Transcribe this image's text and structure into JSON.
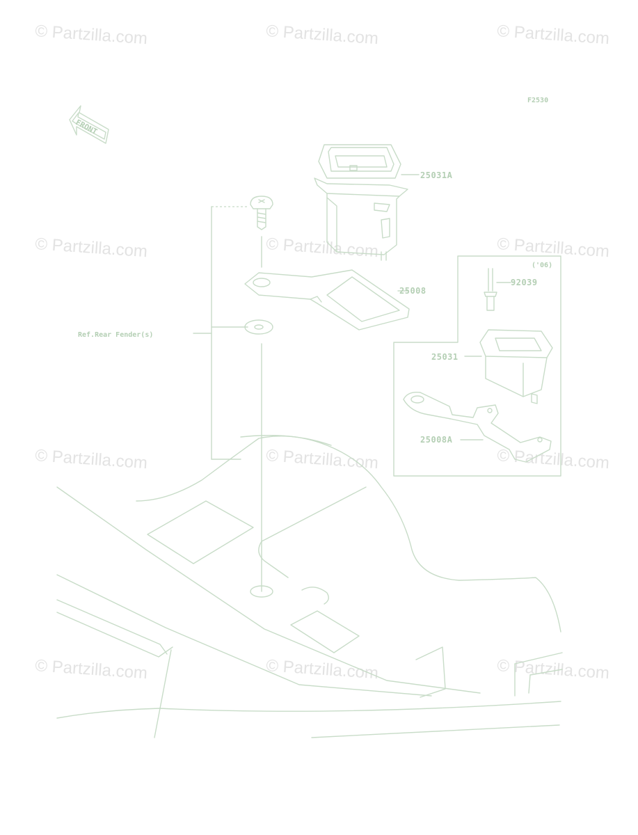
{
  "diagram": {
    "figure_code": "F2530",
    "front_label": "FRONT",
    "year_note": "('06)",
    "reference_label": "Ref.Rear Fender(s)",
    "parts": [
      {
        "id": "25031A"
      },
      {
        "id": "25008"
      },
      {
        "id": "92039"
      },
      {
        "id": "25031"
      },
      {
        "id": "25008A"
      }
    ]
  },
  "watermark": {
    "text": "© Partzilla.com"
  },
  "colors": {
    "line": "#c8dcc8",
    "label": "#b4cfb4",
    "watermark": "#e3e3e3",
    "background": "#ffffff"
  }
}
